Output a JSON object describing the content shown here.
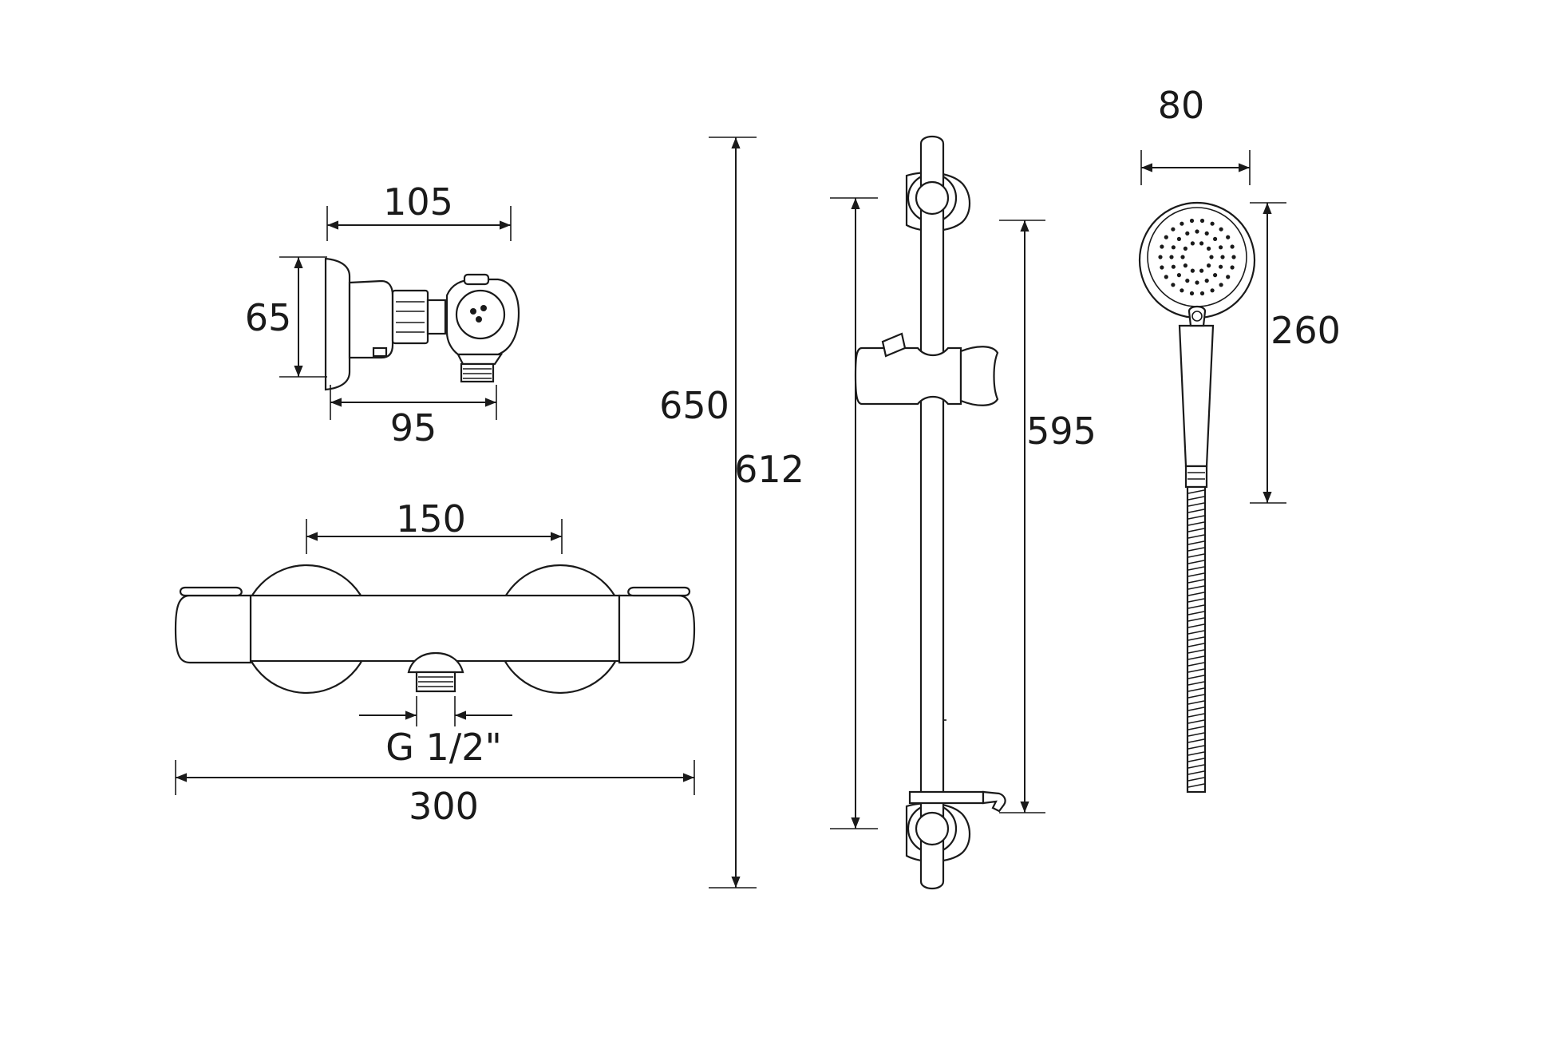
{
  "dimensions": {
    "valve_side_width_top": "105",
    "valve_side_height": "65",
    "valve_side_width_bottom": "95",
    "valve_inlet_centres": "150",
    "valve_outlet_thread": "G 1/2\"",
    "valve_overall_width": "300",
    "rail_overall_height": "650",
    "rail_bracket_centres": "612",
    "rail_adjustable_height": "595",
    "handset_head_width": "80",
    "handset_length": "260"
  },
  "colors": {
    "line": "#1a1a1a",
    "background": "#ffffff"
  }
}
